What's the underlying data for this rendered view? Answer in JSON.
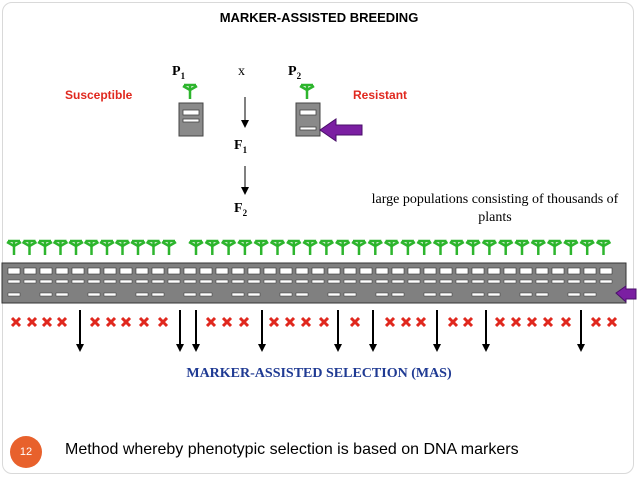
{
  "slide": {
    "title": "MARKER-ASSISTED BREEDING",
    "cross": {
      "p1_label": "P",
      "p1_sub": "1",
      "cross_symbol": "x",
      "p2_label": "P",
      "p2_sub": "2",
      "f1_label": "F",
      "f1_sub": "1",
      "f2_label": "F",
      "f2_sub": "2",
      "susceptible_label": "Susceptible",
      "resistant_label": "Resistant"
    },
    "population_note": "large populations consisting of thousands of plants",
    "selection_label": "MARKER-ASSISTED SELECTION (MAS)",
    "slide_number": "12",
    "footer_text": "Method whereby phenotypic selection is based on DNA markers",
    "colors": {
      "plant_green": "#2db52d",
      "cross_red": "#e0281e",
      "arrow_purple": "#7b1fa2",
      "gel_gray": "#808080",
      "mas_blue": "#1f3a93",
      "badge_orange": "#e8612c"
    },
    "icons": [
      "plant-icon",
      "gel-lane-icon",
      "reject-cross-icon",
      "select-arrow-icon",
      "purple-arrow-icon"
    ]
  }
}
